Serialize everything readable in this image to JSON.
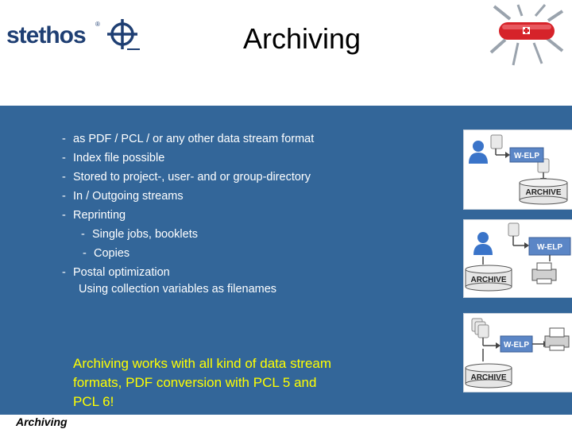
{
  "header": {
    "logo_text": "stethos",
    "logo_reg": "®",
    "title": "Archiving"
  },
  "bullets": [
    {
      "dash": "-",
      "text": "as PDF / PCL / or any other  data stream format"
    },
    {
      "dash": "-",
      "text": "Index file possible"
    },
    {
      "dash": "-",
      "text": "Stored to project-, user-  and or group-directory"
    },
    {
      "dash": "-",
      "text": "In / Outgoing streams"
    },
    {
      "dash": "-",
      "text": "Reprinting"
    },
    {
      "dash": "-",
      "text": "Single jobs, booklets"
    },
    {
      "dash": "-",
      "text": "Copies"
    },
    {
      "dash": "-",
      "text": "Postal optimization"
    },
    {
      "dash": "",
      "text": "Using collection variables as filenames"
    }
  ],
  "summary": "Archiving works with all kind of data stream formats, PDF conversion with PCL 5 and PCL 6!",
  "footer": {
    "label": "Archiving"
  },
  "diagrams": {
    "d1": {
      "box_label": "W-ELP",
      "archive_label": "ARCHIVE"
    },
    "d2": {
      "box_label": "W-ELP",
      "archive_label": "ARCHIVE"
    },
    "d3": {
      "box_label": "W-ELP",
      "archive_label": "ARCHIVE"
    }
  },
  "colors": {
    "panel": "#336699",
    "summary_text": "#ffff00",
    "logo": "#1f3f73"
  }
}
